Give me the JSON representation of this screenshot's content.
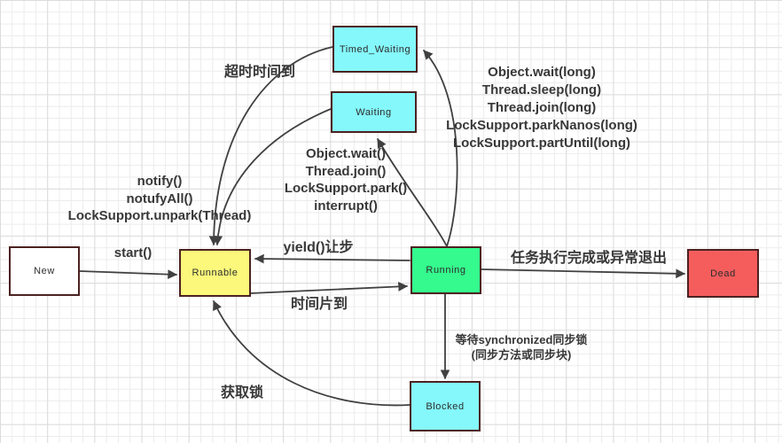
{
  "nodes": {
    "new": "New",
    "runnable": "Runnable",
    "running": "Running",
    "dead": "Dead",
    "blocked": "Blocked",
    "waiting": "Waiting",
    "timed_waiting": "Timed_Waiting"
  },
  "labels": {
    "start": "start()",
    "yield": "yield()让步",
    "timeslice": "时间片到",
    "finish": "任务执行完成或异常退出",
    "timeout": "超时时间到",
    "acquire_lock": "获取锁",
    "wait_sync": [
      "等待synchronized同步锁",
      "(同步方法或同步块)"
    ],
    "notify_block": [
      "notify()",
      "notufyAll()",
      "LockSupport.unpark(Thread)"
    ],
    "wait_block": [
      "Object.wait()",
      "Thread.join()",
      "LockSupport.park()",
      "interrupt()"
    ],
    "timed_wait_block": [
      "Object.wait(long)",
      "Thread.sleep(long)",
      "Thread.join(long)",
      "LockSupport.parkNanos(long)",
      "LockSupport.partUntil(long)"
    ]
  },
  "colors": {
    "node_border": "#4C2121",
    "cyan_fill": "#85F8FB",
    "yellow_fill": "#FBF87B",
    "green_fill": "#35FA8D",
    "red_fill": "#F55D5D",
    "white_fill": "#FFFFFF",
    "edge_stroke": "#404040",
    "label_text": "#383838",
    "grid_minor": "#ECECEC",
    "grid_major": "#DCDCDC"
  }
}
